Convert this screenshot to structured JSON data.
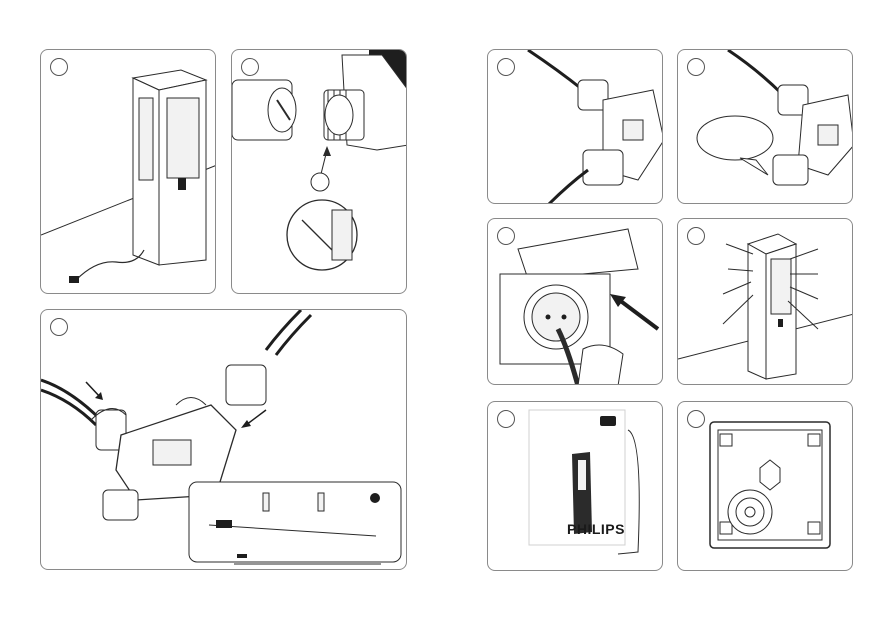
{
  "document": {
    "type": "installation-instruction-sheet",
    "panels": [
      {
        "id": "p1",
        "subject": "bollard-light-with-cable"
      },
      {
        "id": "p2",
        "subject": "connector-thread-detail"
      },
      {
        "id": "p3",
        "subject": "connect-t-connector-and-system-diagram"
      },
      {
        "id": "p4",
        "subject": "connector-closeup"
      },
      {
        "id": "p5",
        "subject": "connector-with-callout"
      },
      {
        "id": "p6",
        "subject": "plug-into-outdoor-socket"
      },
      {
        "id": "p7",
        "subject": "bollard-parts-callout-lines"
      },
      {
        "id": "p8",
        "subject": "product-box"
      },
      {
        "id": "p9",
        "subject": "mounting-plate-top-view"
      }
    ],
    "box_brand": "PHILIPS"
  },
  "colors": {
    "line": "#2b2b2b",
    "panel_border": "#8a8a8a",
    "fill_dark": "#1e1e1e",
    "fill_light": "#f2f2f2"
  },
  "icons": [
    "arrow-icon",
    "rotate-arrow-icon",
    "callout-bubble-icon",
    "hand-icon",
    "plug-icon"
  ]
}
